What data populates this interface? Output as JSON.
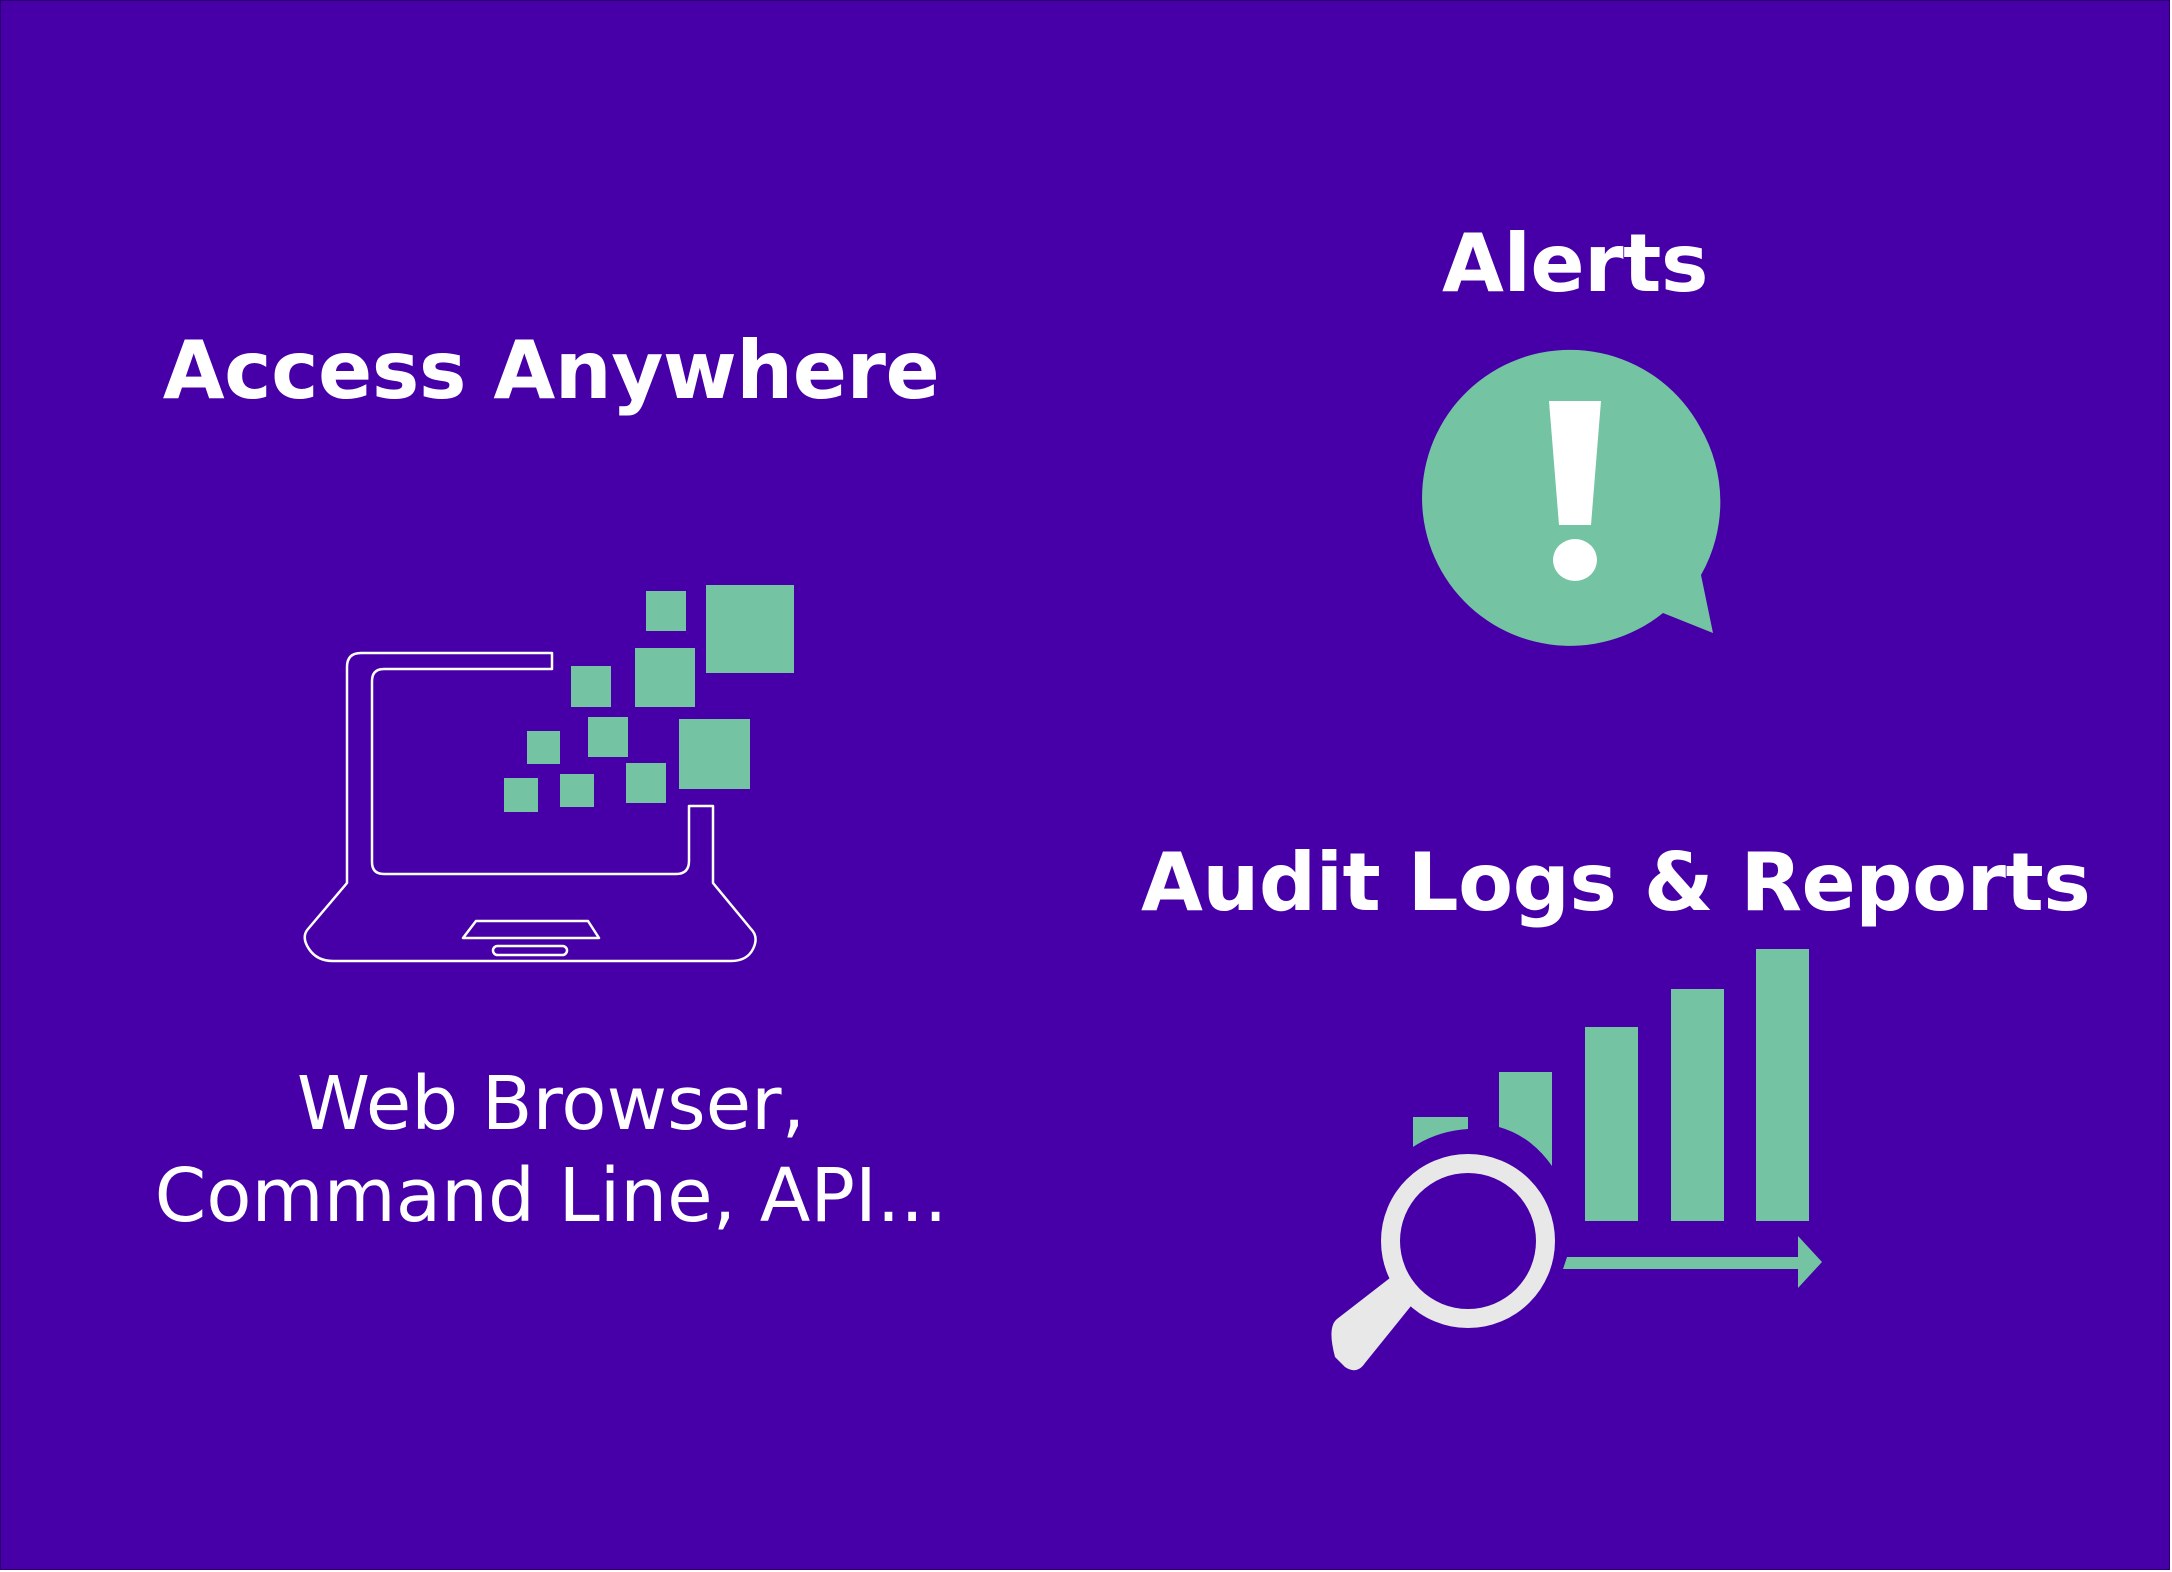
{
  "sections": {
    "access": {
      "heading": "Access Anywhere",
      "caption_line1": "Web Browser,",
      "caption_line2": "Command Line, API...",
      "icon": "laptop-pixel-icon"
    },
    "alerts": {
      "heading": "Alerts",
      "icon": "exclamation-speech-bubble-icon"
    },
    "audit": {
      "heading": "Audit Logs & Reports",
      "icon": "bar-chart-magnifier-icon"
    }
  },
  "colors": {
    "background": "#4700a7",
    "accent": "#74c3a3",
    "text": "#ffffff",
    "magnifier": "#e8e8e8"
  }
}
